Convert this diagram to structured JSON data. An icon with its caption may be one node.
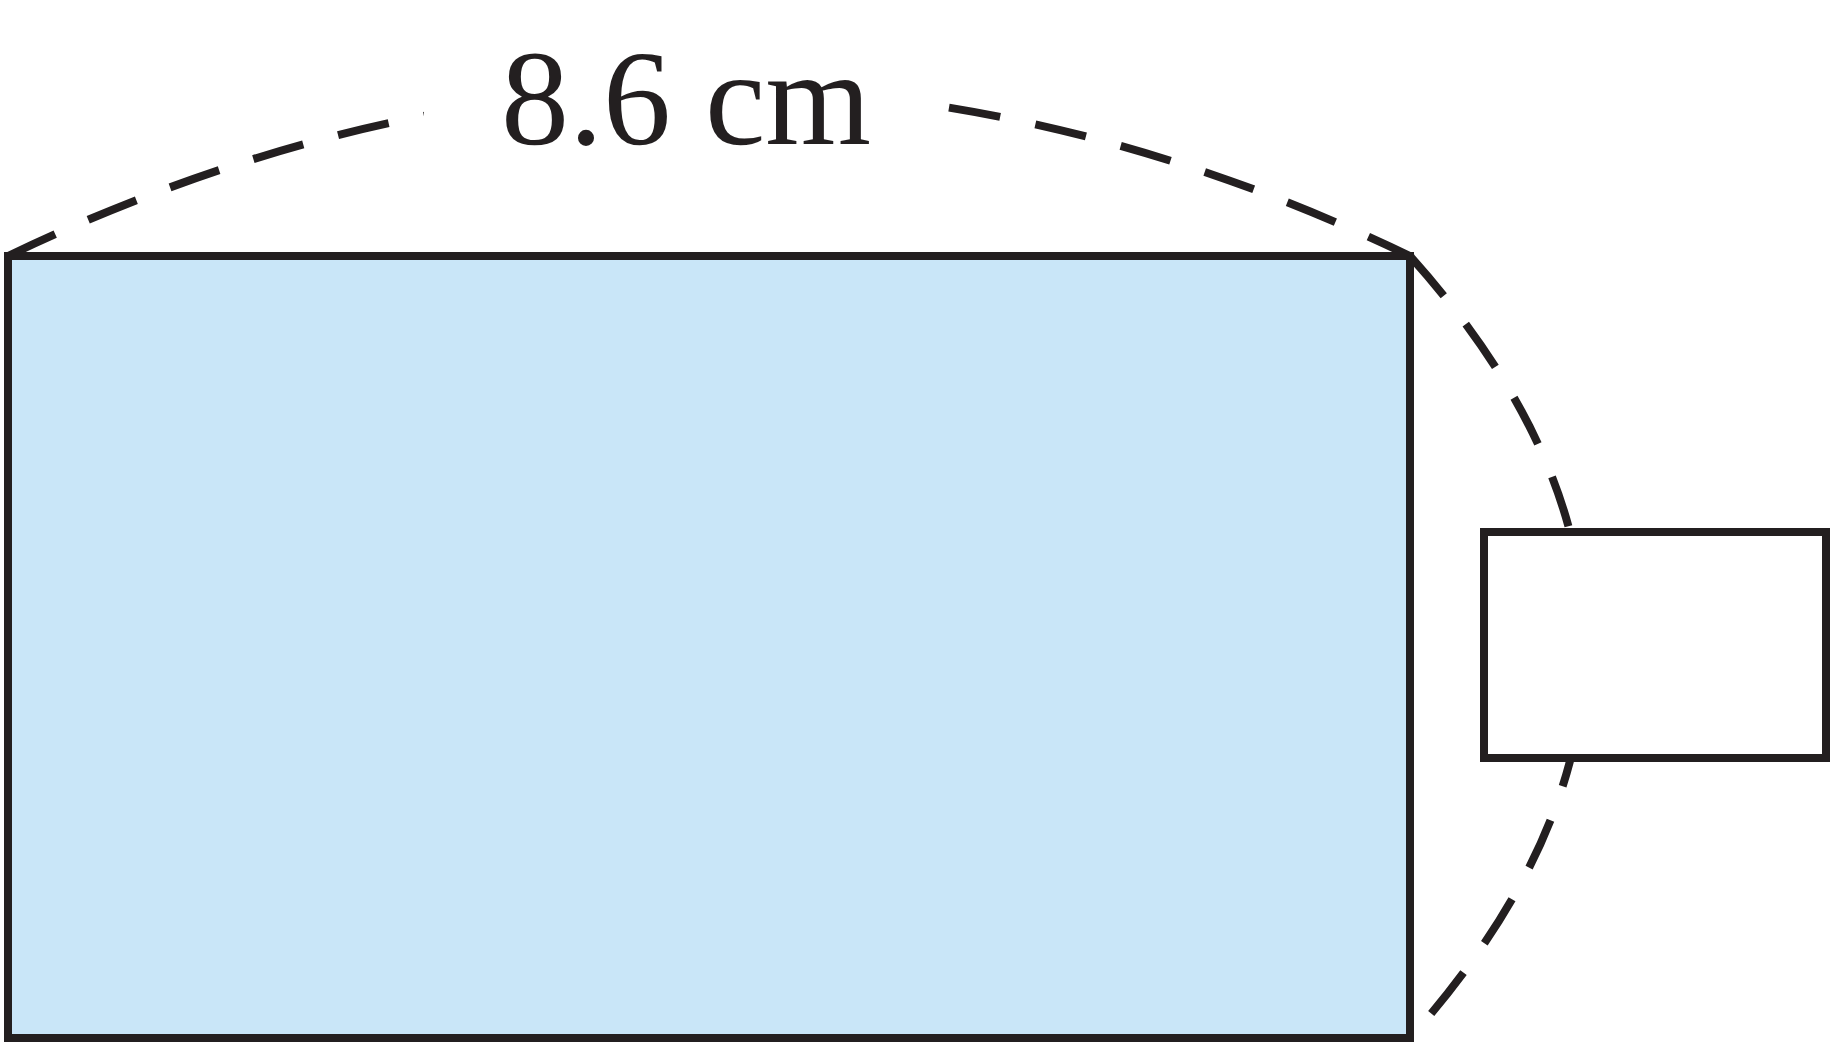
{
  "diagram": {
    "nodes": [
      {
        "text": [],
        "shape": "box"
      },
      {
        "text": [],
        "shape": "box"
      }
    ],
    "labels": [
      "8.6 cm"
    ]
  }
}
